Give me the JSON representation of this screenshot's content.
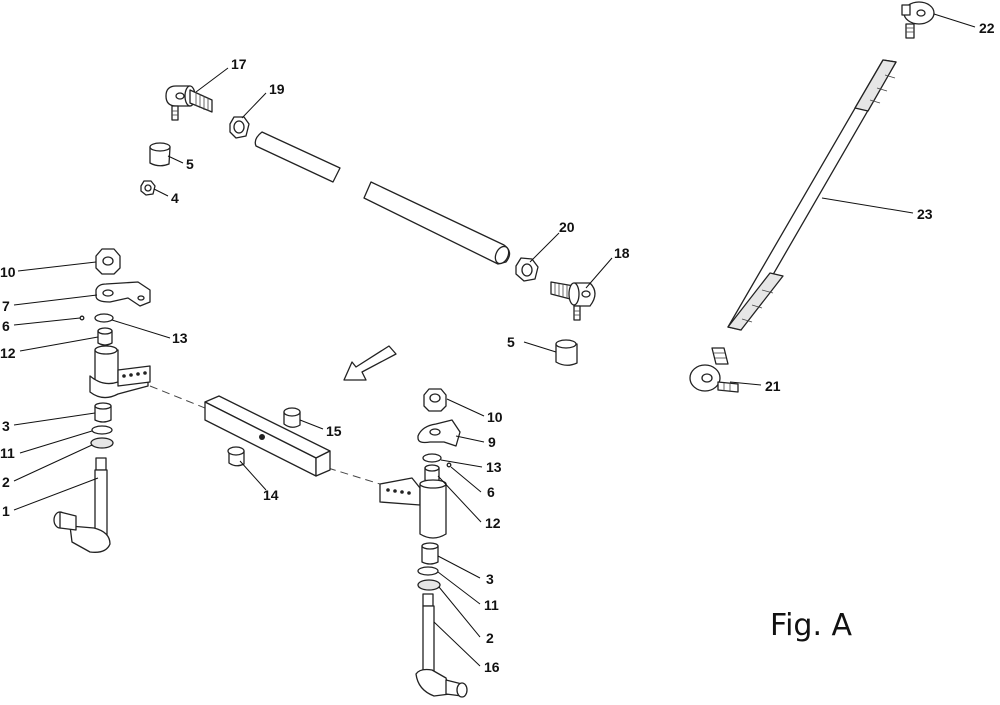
{
  "figure_caption": "Fig. A",
  "callouts": {
    "c1": "1",
    "c2a": "2",
    "c2b": "2",
    "c3a": "3",
    "c3b": "3",
    "c4": "4",
    "c5a": "5",
    "c5b": "5",
    "c6a": "6",
    "c6b": "6",
    "c7": "7",
    "c9": "9",
    "c10a": "10",
    "c10b": "10",
    "c11a": "11",
    "c11b": "11",
    "c12a": "12",
    "c12b": "12",
    "c13a": "13",
    "c13b": "13",
    "c14": "14",
    "c15": "15",
    "c16": "16",
    "c17": "17",
    "c18": "18",
    "c19": "19",
    "c20": "20",
    "c21": "21",
    "c22": "22",
    "c23": "23"
  }
}
